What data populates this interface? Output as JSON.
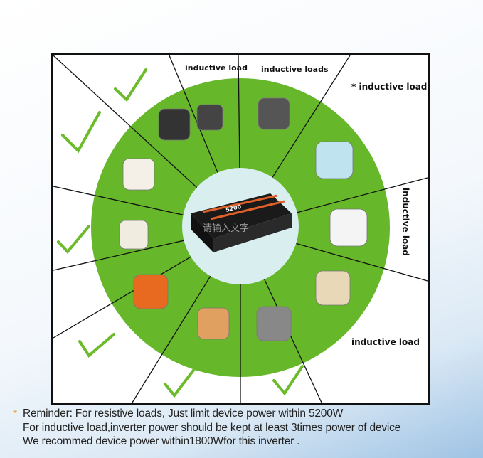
{
  "labels": {
    "top_left": "inductive load",
    "top_mid": "inductive loads",
    "top_right": "* inductive load",
    "right": "inductive load",
    "bottom_right": "inductive load"
  },
  "watermark": "请输入文字",
  "product": {
    "model": "5200W"
  },
  "reminder": {
    "star": "*",
    "line1": "Reminder: For resistive loads, Just limit device power within 5200W",
    "line2": "For inductive load,inverter power should be kept at least 3times power of device",
    "line3": "We recommed device power within1800Wfor this inverter ."
  },
  "colors": {
    "ring": "#66b82a",
    "center": "#d9efef",
    "check": "#6cbb2b",
    "border": "#111111"
  },
  "appliances": [
    "fan-icon",
    "drill-icon",
    "air-compressor-icon",
    "washing-machine-icon",
    "microwave-icon",
    "refrigerator-icon",
    "laptop-icon",
    "heater-icon",
    "iron-icon",
    "hair-dryer-icon",
    "rice-cooker-icon"
  ]
}
